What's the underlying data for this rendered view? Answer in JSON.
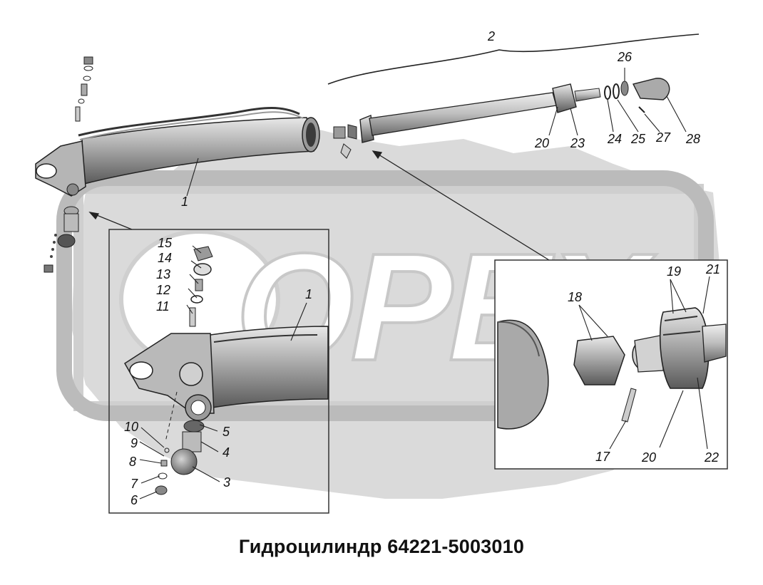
{
  "watermark": {
    "text": "OPEX"
  },
  "title": "Гидроцилиндр 64221-5003010",
  "callouts": {
    "c1": "1",
    "c1b": "1",
    "c2": "2",
    "c3": "3",
    "c4": "4",
    "c5": "5",
    "c6": "6",
    "c7": "7",
    "c8": "8",
    "c9": "9",
    "c10": "10",
    "c11": "11",
    "c12": "12",
    "c13": "13",
    "c14": "14",
    "c15": "15",
    "c17": "17",
    "c18": "18",
    "c19": "19",
    "c20": "20",
    "c20b": "20",
    "c21": "21",
    "c22": "22",
    "c23": "23",
    "c24": "24",
    "c25": "25",
    "c26": "26",
    "c27": "27",
    "c28": "28"
  }
}
